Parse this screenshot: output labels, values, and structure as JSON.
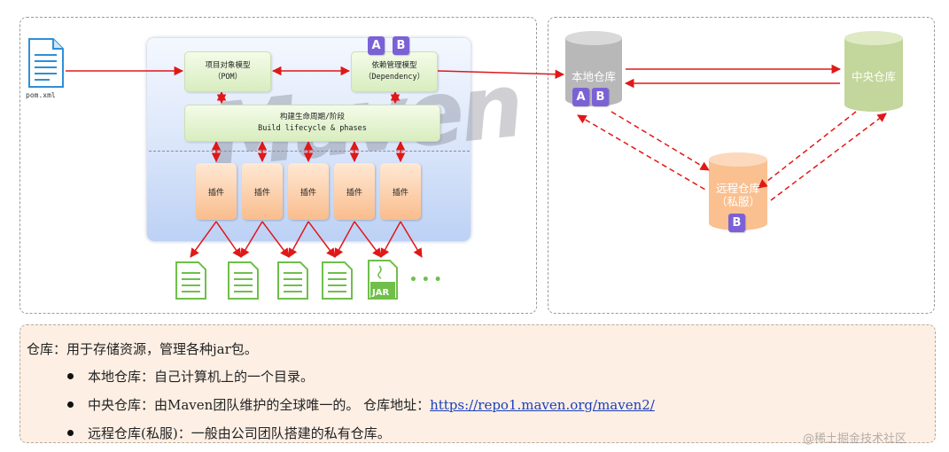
{
  "maven": {
    "watermark": "Maven",
    "pom_file": "pom.xml",
    "pom_model": {
      "line1": "项目对象模型",
      "line2": "（POM）"
    },
    "dependency_model": {
      "line1": "依赖管理模型",
      "line2": "（Dependency）"
    },
    "lifecycle": {
      "line1": "构建生命周期/阶段",
      "line2": "Build lifecycle & phases"
    },
    "plugins": [
      "插件",
      "插件",
      "插件",
      "插件",
      "插件"
    ],
    "jar_label": "JAR",
    "more": "• • •"
  },
  "repos": {
    "local": "本地仓库",
    "central": "中央仓库",
    "remote_line1": "远程仓库",
    "remote_line2": "（私服）",
    "badge_a": "A",
    "badge_b": "B"
  },
  "description": {
    "title": "仓库：用于存储资源，管理各种jar包。",
    "items": [
      {
        "text": "本地仓库：自己计算机上的一个目录。"
      },
      {
        "text": "中央仓库：由Maven团队维护的全球唯一的。  仓库地址：",
        "link": "https://repo1.maven.org/maven2/"
      },
      {
        "text": "远程仓库(私服)：一般由公司团队搭建的私有仓库。"
      }
    ]
  },
  "watermark": "@稀土掘金技术社区",
  "colors": {
    "arrow": "#e01818",
    "badge": "#7b61d6",
    "local_repo": "#b8b8b8",
    "central_repo": "#c3d69b",
    "remote_repo": "#fac090"
  }
}
